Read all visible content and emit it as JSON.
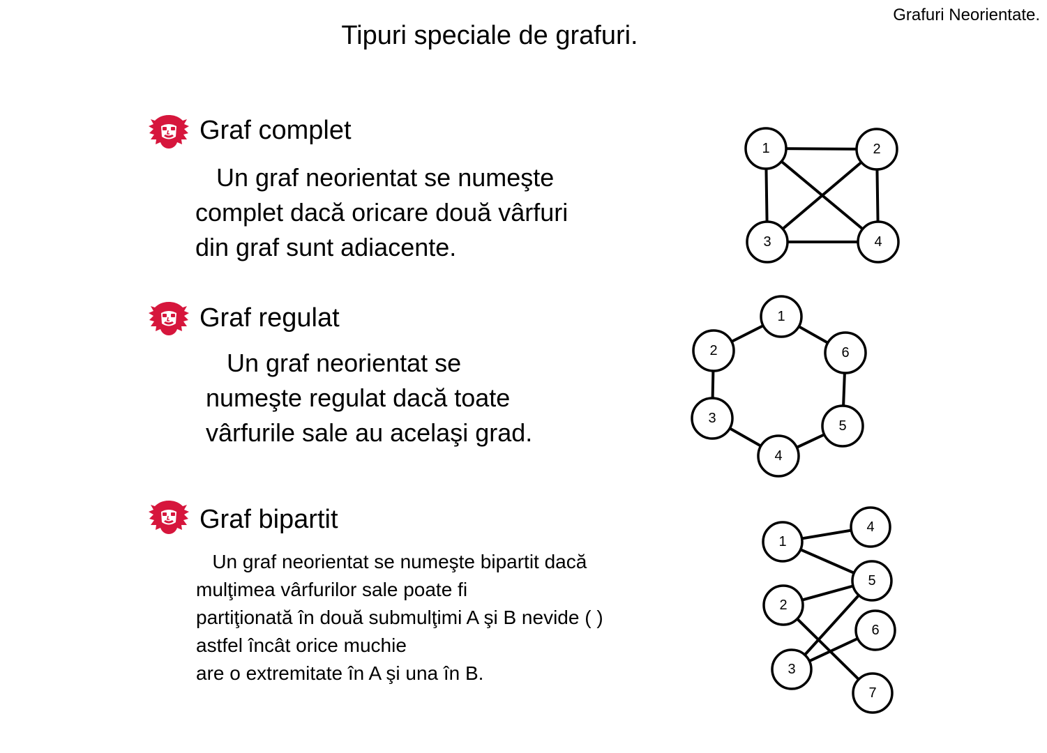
{
  "header": {
    "corner_label": "Grafuri Neorientate.",
    "title": "Tipuri speciale de grafuri."
  },
  "colors": {
    "bullet_icon": "#d6163c"
  },
  "sections": [
    {
      "heading": "Graf complet",
      "icon": "mascot-face-icon",
      "definition": "   Un graf neorientat se numeşte\ncomplet dacă oricare două vârfuri\ndin graf sunt adiacente.",
      "graph": {
        "nodes": [
          "1",
          "2",
          "3",
          "4"
        ],
        "edges": [
          [
            "1",
            "2"
          ],
          [
            "1",
            "3"
          ],
          [
            "1",
            "4"
          ],
          [
            "2",
            "3"
          ],
          [
            "2",
            "4"
          ],
          [
            "3",
            "4"
          ]
        ]
      }
    },
    {
      "heading": "Graf regulat",
      "icon": "mascot-face-icon",
      "definition": "   Un graf neorientat se\nnumeşte regulat dacă toate\nvârfurile sale au acelaşi grad.",
      "graph": {
        "nodes": [
          "1",
          "2",
          "3",
          "4",
          "5",
          "6"
        ],
        "edges": [
          [
            "1",
            "2"
          ],
          [
            "2",
            "3"
          ],
          [
            "3",
            "4"
          ],
          [
            "4",
            "5"
          ],
          [
            "5",
            "6"
          ],
          [
            "6",
            "1"
          ]
        ]
      }
    },
    {
      "heading": "Graf bipartit",
      "icon": "mascot-face-icon",
      "definition": "   Un graf neorientat se numeşte bipartit dacă\nmulţimea vârfurilor sale poate fi\npartiţionată în două submulţimi A şi B nevide ( )\nastfel încât orice muchie\nare o extremitate în A şi una în B.",
      "graph": {
        "nodes": [
          "1",
          "2",
          "3",
          "4",
          "5",
          "6",
          "7"
        ],
        "edges": [
          [
            "1",
            "4"
          ],
          [
            "1",
            "5"
          ],
          [
            "2",
            "5"
          ],
          [
            "2",
            "7"
          ],
          [
            "3",
            "5"
          ],
          [
            "3",
            "6"
          ]
        ]
      }
    }
  ]
}
